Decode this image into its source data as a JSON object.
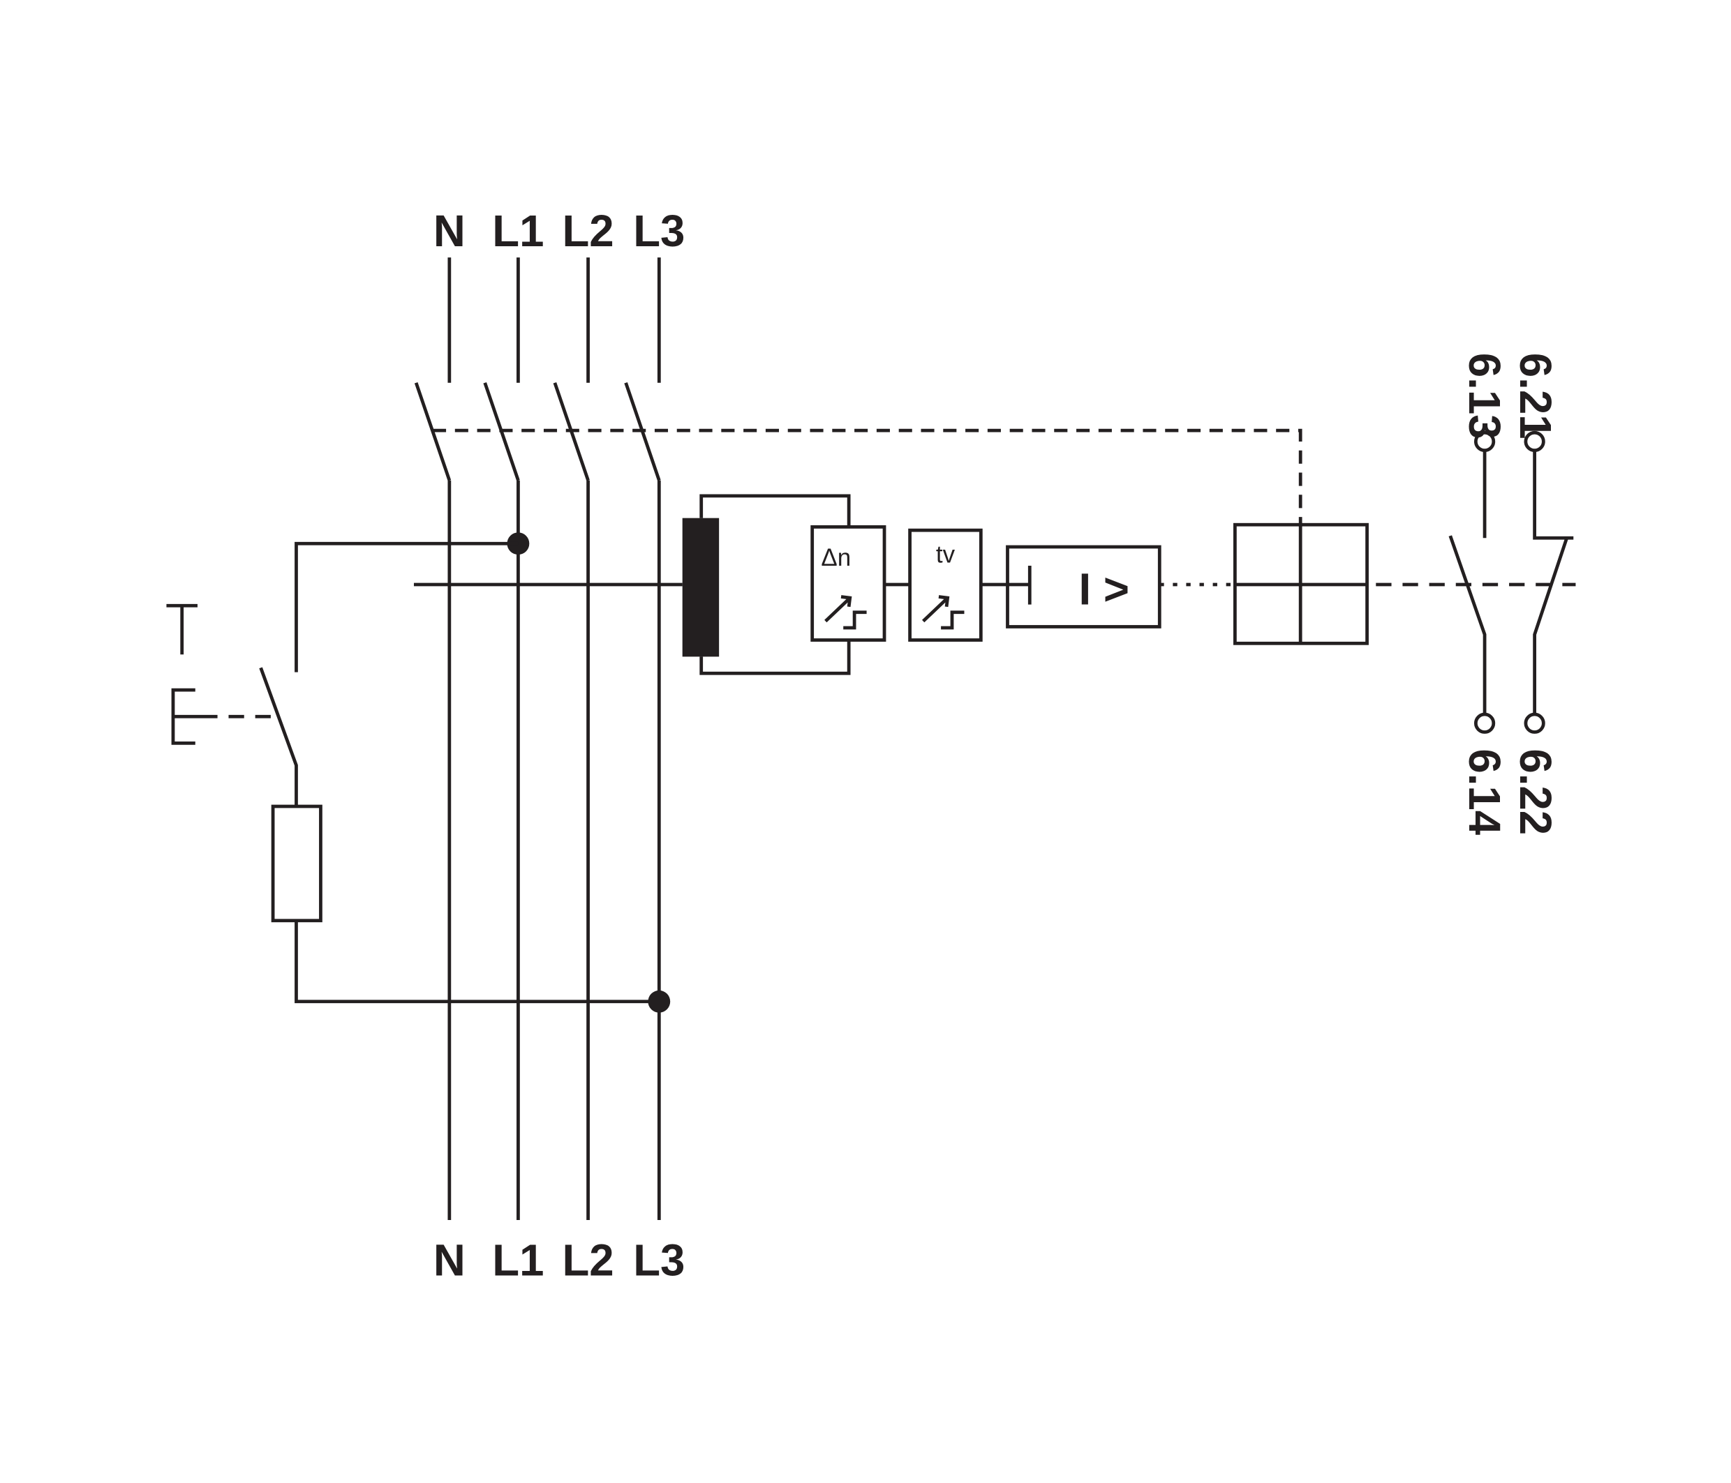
{
  "diagram": {
    "top_labels": [
      "N",
      "L1",
      "L2",
      "L3"
    ],
    "bottom_labels": [
      "N",
      "L1",
      "L2",
      "L3"
    ],
    "test_button": {
      "label_t": "T",
      "label_e": "E"
    },
    "relay_block_1": {
      "symbol": "Δn"
    },
    "relay_block_2": {
      "symbol": "tv"
    },
    "trip_block": {
      "symbol": "I >"
    },
    "aux_contacts": {
      "no_top": "6.13",
      "no_bottom": "6.14",
      "nc_top": "6.21",
      "nc_bottom": "6.22"
    },
    "line_color": "#231f20"
  }
}
